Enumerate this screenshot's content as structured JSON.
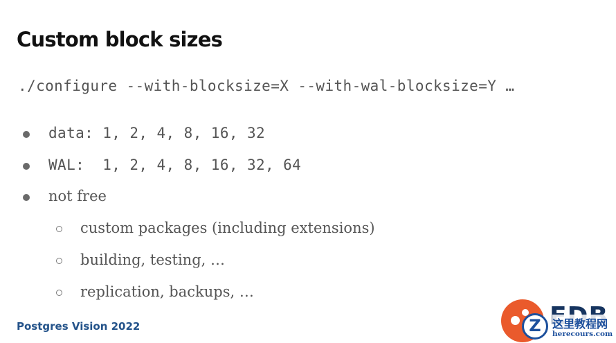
{
  "slide": {
    "title": "Custom block sizes",
    "code": "./configure --with-blocksize=X --with-wal-blocksize=Y …",
    "bullets": [
      {
        "text": "data: 1, 2, 4, 8, 16, 32"
      },
      {
        "text": "WAL:  1, 2, 4, 8, 16, 32, 64"
      },
      {
        "text": "not free"
      }
    ],
    "sub_bullets": [
      {
        "text": "custom packages (including extensions)"
      },
      {
        "text": "building, testing, …"
      },
      {
        "text": "replication, backups, …"
      }
    ],
    "footer": "Postgres Vision 2022"
  },
  "logo": {
    "text": "EDB",
    "brand_color": "#ea5a2c",
    "text_color": "#16345f"
  },
  "watermark": {
    "badge_letter": "Z",
    "chinese_text": "这里教程网",
    "url": "herecours.com",
    "color": "#1c4f9c"
  },
  "colors": {
    "title": "#111111",
    "body_text": "#555555",
    "footer": "#24538a"
  }
}
